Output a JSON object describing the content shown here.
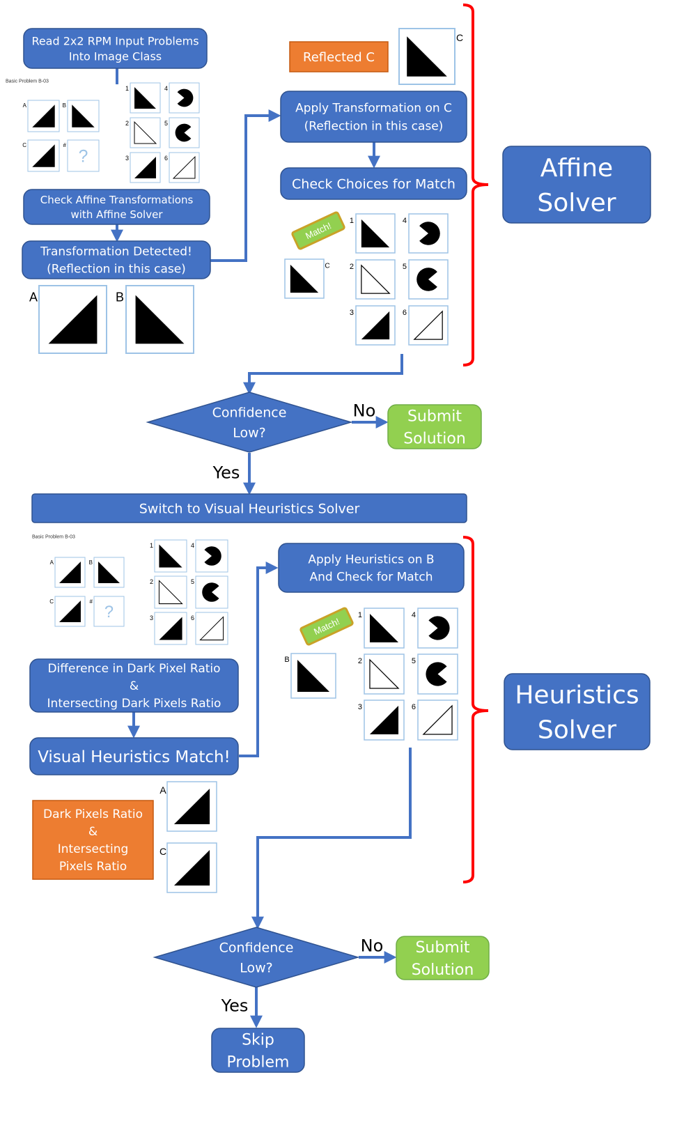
{
  "colors": {
    "process": "#4472C4",
    "process_stroke": "#2F528F",
    "orange": "#ED7D31",
    "green": "#92D050",
    "red_bracket": "#FF0000",
    "tag": "#92D050",
    "panel_stroke": "#9DC3E6"
  },
  "affine": {
    "read_problems": "Read 2x2 RPM Input Problems\nInto Image Class",
    "problem_title": "Basic Problem B-03",
    "check_affine": "Check Affine Transformations\nwith Affine Solver",
    "detected": "Transformation Detected!\n(Reflection in this case)",
    "label_a": "A",
    "label_b": "B",
    "reflected_c": "Reflected C",
    "c_mark": "C",
    "apply_transform": "Apply Transformation on C\n(Reflection in this case)",
    "check_choices": "Check Choices for Match",
    "match_tag": "Match!",
    "solver_label": "Affine\nSolver"
  },
  "problem": {
    "labels": [
      "A",
      "B",
      "C",
      "#"
    ],
    "question": "?",
    "choice_numbers": [
      "1",
      "2",
      "3",
      "4",
      "5",
      "6"
    ]
  },
  "decision1": {
    "text": "Confidence\nLow?",
    "no": "No",
    "yes": "Yes",
    "submit": "Submit\nSolution"
  },
  "switch_label": "Switch to Visual Heuristics Solver",
  "heuristics": {
    "problem_title": "Basic Problem B-03",
    "apply_heuristics": "Apply  Heuristics on B\nAnd Check for Match",
    "match_tag": "Match!",
    "b_label": "B",
    "difference": "Difference in Dark Pixel Ratio\n&\nIntersecting  Dark Pixels Ratio",
    "visual_match": "Visual Heuristics Match!",
    "ratio_box": "Dark Pixels Ratio\n&\nIntersecting\nPixels Ratio",
    "label_a": "A",
    "label_c": "C",
    "solver_label": "Heuristics\nSolver"
  },
  "decision2": {
    "text": "Confidence\nLow?",
    "no": "No",
    "yes": "Yes",
    "submit": "Submit\nSolution",
    "skip": "Skip\nProblem"
  }
}
